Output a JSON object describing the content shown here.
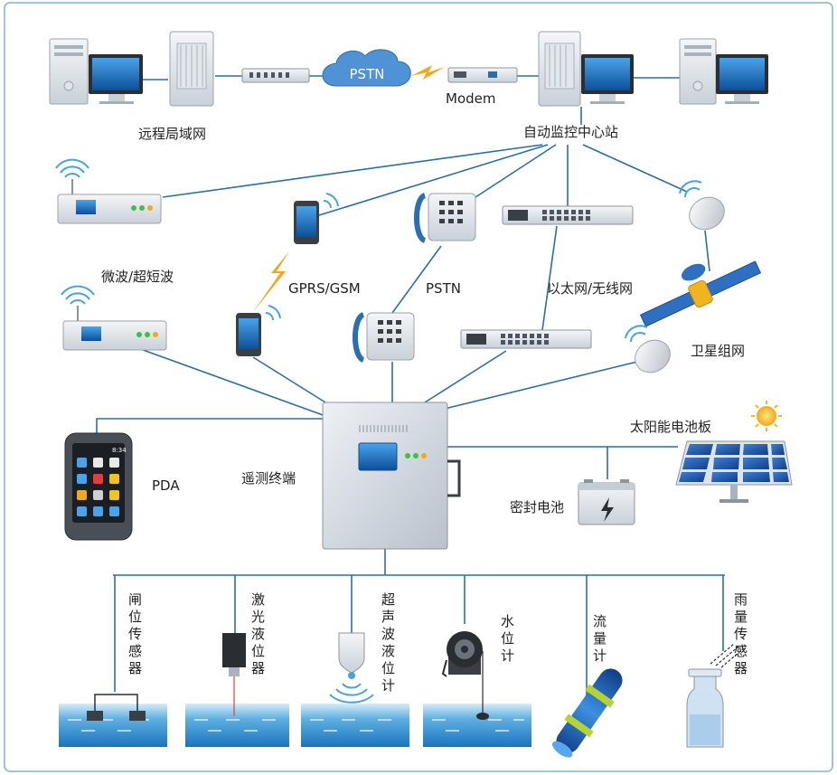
{
  "labels": {
    "remote_lan": "远程局域网",
    "pstn_cloud": "PSTN",
    "modem": "Modem",
    "center_station": "自动监控中心站",
    "microwave": "微波/超短波",
    "gprs": "GPRS/GSM",
    "pstn": "PSTN",
    "ethernet": "以太网/无线网",
    "satellite": "卫星组网",
    "solar_panel": "太阳能电池板",
    "pda": "PDA",
    "rtu": "遥测终端",
    "battery": "密封电池",
    "sensor_gate": "闸位传感器",
    "sensor_laser": "激光液位器",
    "sensor_ultrasonic": "超声波液位计",
    "sensor_water": "水位计",
    "sensor_flow": "流量计",
    "sensor_rain": "雨量传感器"
  },
  "pda_screen": {
    "time": "8:34"
  },
  "colors": {
    "wire": "#2c6ea4",
    "frame": "#7fb3d5",
    "water": "#2e8ed0",
    "lightning": "#f2a81d",
    "sun": "#f5b51c"
  }
}
